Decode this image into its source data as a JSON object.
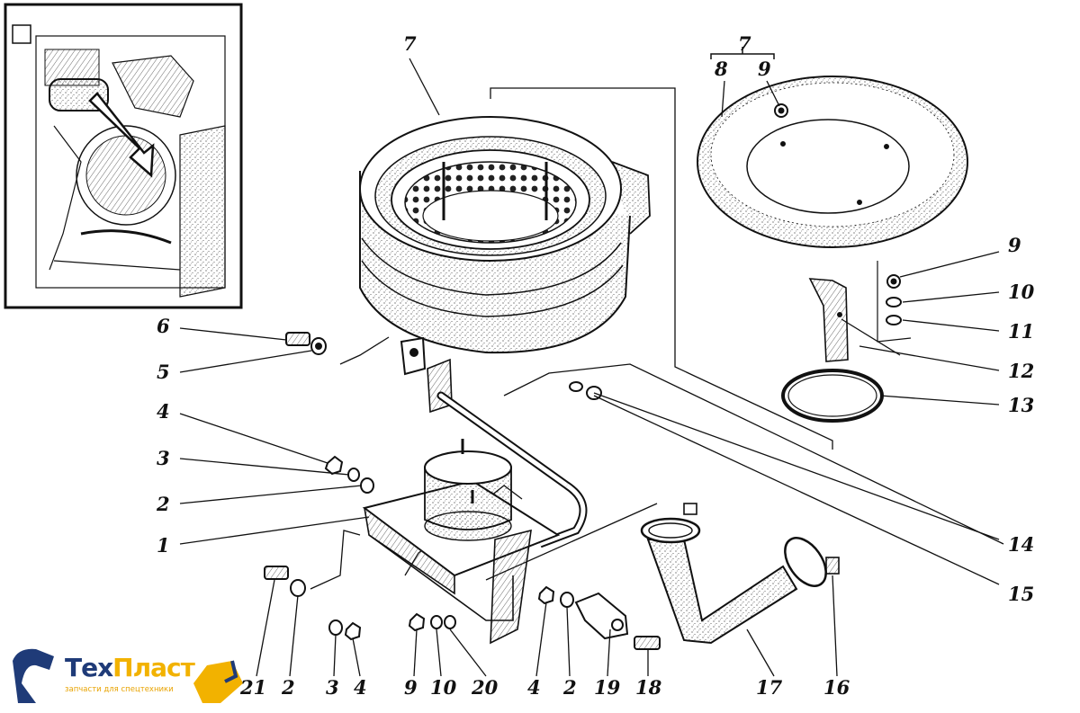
{
  "labels": {
    "l1": "1",
    "l2": "2",
    "l3": "3",
    "l4": "4",
    "l5": "5",
    "l6": "6",
    "l7a": "7",
    "l7b": "7",
    "l8": "8",
    "l9a": "9",
    "l9b": "9",
    "l10": "10",
    "l11": "11",
    "l12": "12",
    "l13": "13",
    "l14": "14",
    "l15": "15",
    "b21": "21",
    "b2a": "2",
    "b3": "3",
    "b4a": "4",
    "b9": "9",
    "b10": "10",
    "b20": "20",
    "b4b": "4",
    "b2b": "2",
    "b19": "19",
    "b18": "18",
    "b17": "17",
    "b16": "16"
  },
  "logo": {
    "name_part1": "Тех",
    "name_part2": "Пласт",
    "tagline": "запчасти для спецтехники",
    "colors": {
      "dark": "#1f3b78",
      "accent": "#f2b200"
    }
  }
}
